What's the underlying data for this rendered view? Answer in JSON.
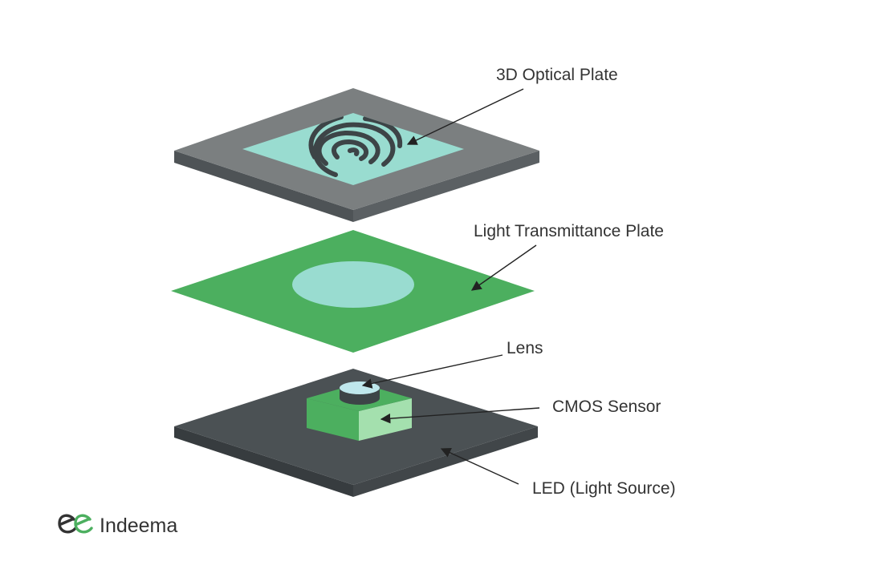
{
  "layers": {
    "optical_plate": "3D Optical Plate",
    "transmittance_plate": "Light Transmittance Plate",
    "lens": "Lens",
    "cmos_sensor": "CMOS Sensor",
    "led": "LED (Light Source)"
  },
  "brand": {
    "name": "Indeema"
  },
  "colors": {
    "plate_grey_top": "#7b7f80",
    "plate_grey_side": "#4e5356",
    "glass_mint": "#99dcd0",
    "fingerprint": "#3d4447",
    "green": "#4caf5f",
    "green_light": "#a4e0ae",
    "base_dark_top": "#4b5154",
    "base_dark_side": "#373c3f",
    "lens_top": "#bfe7ec",
    "lens_side": "#3d4447",
    "text": "#333333",
    "brand_green": "#4caf5f"
  }
}
